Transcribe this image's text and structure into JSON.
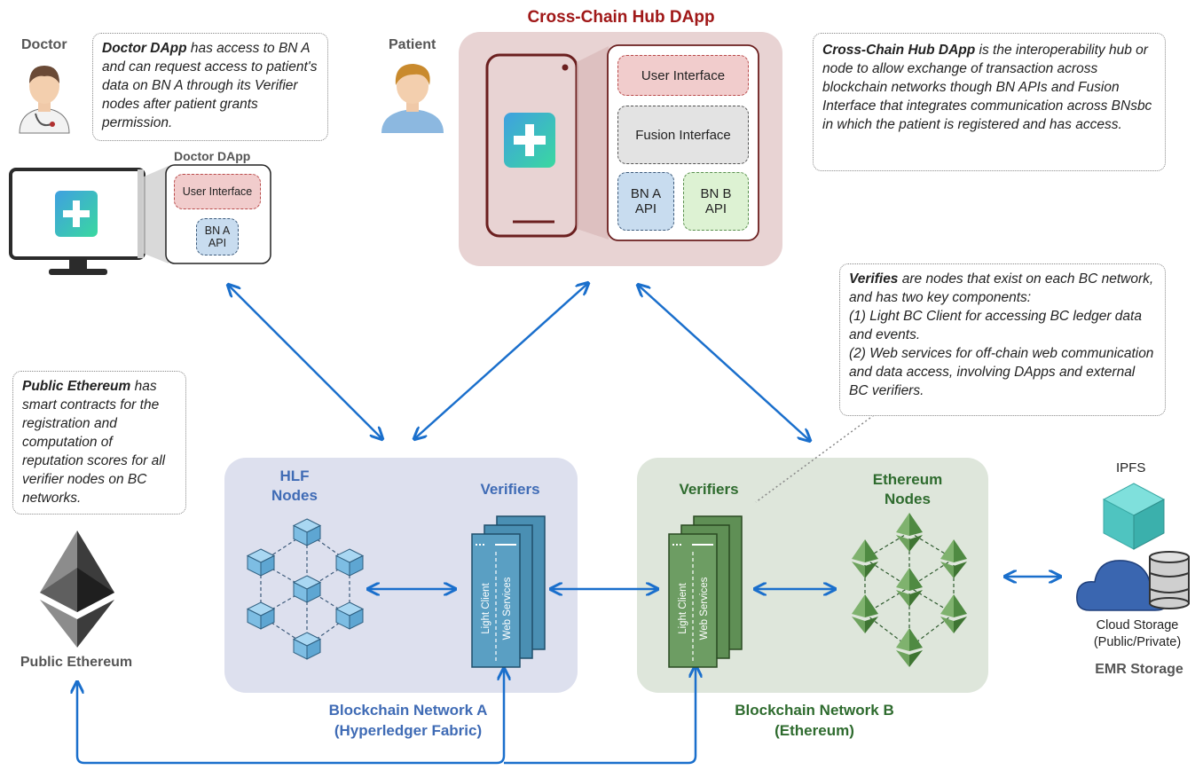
{
  "hub": {
    "title": "Cross-Chain Hub DApp",
    "user_interface": "User Interface",
    "fusion_interface": "Fusion Interface",
    "bn_a_api": "BN A API",
    "bn_b_api": "BN B API"
  },
  "doctor": {
    "label": "Doctor",
    "dapp_title": "Doctor DApp",
    "user_interface": "User Interface",
    "bn_a_api": "BN A API"
  },
  "patient": {
    "label": "Patient"
  },
  "notes": {
    "doctor_bold": "Doctor DApp",
    "doctor_rest": " has access to BN A and can request access to patient's data on BN A through its Verifier nodes after patient grants permission.",
    "hub_bold": "Cross-Chain Hub DApp",
    "hub_rest": " is the interoperability hub or node to allow exchange of transaction across blockchain networks though BN APIs and Fusion Interface that integrates communication across BNsbc in which the patient is registered and has access.",
    "verifiers_bold": "Verifies",
    "verifiers_rest1": " are nodes  that  exist on each BC network, and  has two key components:",
    "verifiers_rest2": "(1) Light BC Client for accessing BC ledger data and events.",
    "verifiers_rest3": "(2) Web services for off-chain web communication and data access, involving DApps and external BC verifiers.",
    "ethereum_bold": "Public Ethereum",
    "ethereum_rest": " has smart contracts for the registration and computation of reputation scores for all verifier nodes on BC networks."
  },
  "network_a": {
    "hlf_nodes": "HLF Nodes",
    "verifiers": "Verifiers",
    "light_client": "Light Client",
    "web_services": "Web Services",
    "caption_line1": "Blockchain Network A",
    "caption_line2": "(Hyperledger Fabric)"
  },
  "network_b": {
    "verifiers": "Verifiers",
    "ethereum_nodes": "Ethereum Nodes",
    "light_client": "Light Client",
    "web_services": "Web Services",
    "caption_line1": "Blockchain Network B",
    "caption_line2": "(Ethereum)"
  },
  "public_ethereum": {
    "label": "Public Ethereum"
  },
  "storage": {
    "ipfs": "IPFS",
    "cloud_line1": "Cloud Storage",
    "cloud_line2": "(Public/Private)",
    "emr": "EMR Storage"
  },
  "colors": {
    "arrow": "#1a6fcc",
    "network_a_text": "#3f6bb5",
    "network_b_text": "#2e6b2e",
    "hub_title": "#a01818",
    "hub_panel": "#e7d2d2",
    "net_a_panel": "#dde0ee",
    "net_b_panel": "#dfe6dc"
  }
}
